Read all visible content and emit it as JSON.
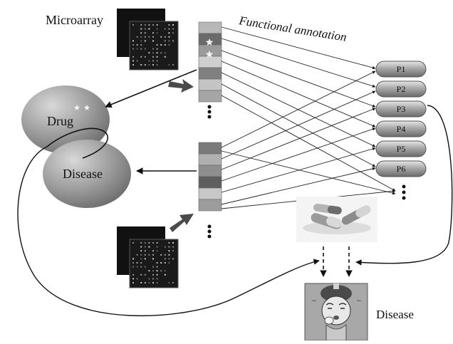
{
  "labels": {
    "microarray": "Microarray",
    "functional_annotation": "Functional annotation",
    "drug": "Drug",
    "disease_oval": "Disease",
    "disease_box": "Disease"
  },
  "proteins": [
    {
      "label": "P1"
    },
    {
      "label": "P2"
    },
    {
      "label": "P3"
    },
    {
      "label": "P4"
    },
    {
      "label": "P5"
    },
    {
      "label": "P6"
    }
  ],
  "icons": {
    "microarray_chip": "microarray-chip-icon",
    "pills": "pills-icon",
    "sick_person": "sick-person-icon",
    "star": "star-icon"
  }
}
